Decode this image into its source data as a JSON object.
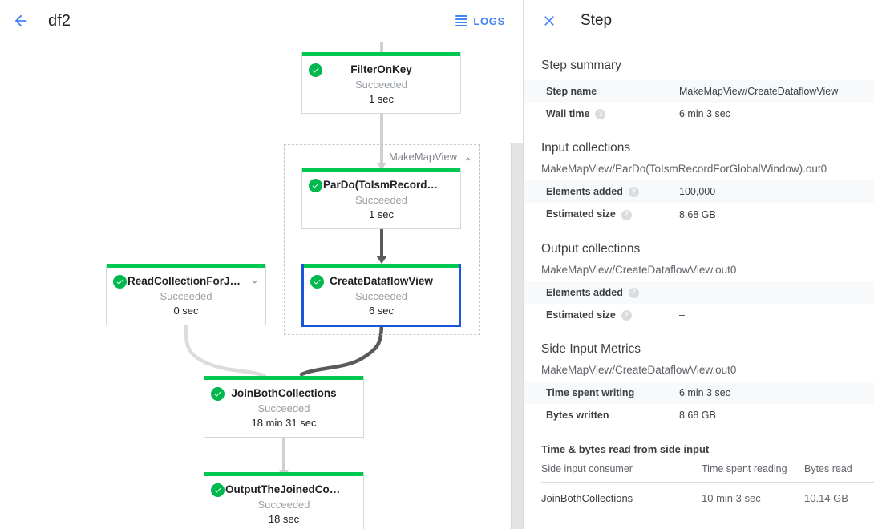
{
  "left_pane": {
    "topbar": {
      "back_icon": "arrow-left-icon",
      "job_title": "df2",
      "logs_label": "LOGS",
      "logs_icon": "list-icon"
    },
    "graph": {
      "group": {
        "label": "MakeMapView",
        "chevron": "chevron-up-icon"
      },
      "nodes": [
        {
          "id": "filter-on-key",
          "title": "FilterOnKey",
          "status": "Succeeded",
          "time": "1 sec",
          "status_icon": "check-circle-icon",
          "selected": false,
          "chevron": null
        },
        {
          "id": "pardo-toismrecord",
          "title": "ParDo(ToIsmRecordFor…",
          "status": "Succeeded",
          "time": "1 sec",
          "status_icon": "check-circle-icon",
          "selected": false,
          "chevron": null
        },
        {
          "id": "create-dataflow-view",
          "title": "CreateDataflowView",
          "status": "Succeeded",
          "time": "6 sec",
          "status_icon": "check-circle-icon",
          "selected": true,
          "chevron": null
        },
        {
          "id": "read-collection-for-join",
          "title": "ReadCollectionForJoin",
          "status": "Succeeded",
          "time": "0 sec",
          "status_icon": "check-circle-icon",
          "selected": false,
          "chevron": "chevron-down-icon"
        },
        {
          "id": "join-both-collections",
          "title": "JoinBothCollections",
          "status": "Succeeded",
          "time": "18 min 31 sec",
          "status_icon": "check-circle-icon",
          "selected": false,
          "chevron": null
        },
        {
          "id": "output-the-joined-collection",
          "title": "OutputTheJoinedCollec…",
          "status": "Succeeded",
          "time": "18 sec",
          "status_icon": "check-circle-icon",
          "selected": false,
          "chevron": null
        }
      ]
    }
  },
  "right_pane": {
    "close_icon": "close-icon",
    "title": "Step",
    "step_summary": {
      "heading": "Step summary",
      "rows": [
        {
          "key": "Step name",
          "help": false,
          "value": "MakeMapView/CreateDataflowView"
        },
        {
          "key": "Wall time",
          "help": true,
          "value": "6 min 3 sec"
        }
      ]
    },
    "input_collections": {
      "heading": "Input collections",
      "collection": "MakeMapView/ParDo(ToIsmRecordForGlobalWindow).out0",
      "rows": [
        {
          "key": "Elements added",
          "help": true,
          "value": "100,000"
        },
        {
          "key": "Estimated size",
          "help": true,
          "value": "8.68 GB"
        }
      ]
    },
    "output_collections": {
      "heading": "Output collections",
      "collection": "MakeMapView/CreateDataflowView.out0",
      "rows": [
        {
          "key": "Elements added",
          "help": true,
          "value": "–"
        },
        {
          "key": "Estimated size",
          "help": true,
          "value": "–"
        }
      ]
    },
    "side_input_metrics": {
      "heading": "Side Input Metrics",
      "collection": "MakeMapView/CreateDataflowView.out0",
      "rows": [
        {
          "key": "Time spent writing",
          "help": false,
          "value": "6 min 3 sec"
        },
        {
          "key": "Bytes written",
          "help": false,
          "value": "8.68 GB"
        }
      ],
      "table": {
        "heading": "Time & bytes read from side input",
        "columns": [
          "Side input consumer",
          "Time spent reading",
          "Bytes read"
        ],
        "rows": [
          [
            "JoinBothCollections",
            "10 min 3 sec",
            "10.14 GB"
          ]
        ]
      }
    }
  },
  "colors": {
    "accent_blue": "#4285f4",
    "selected_blue": "#1a56db",
    "success_green": "#00c853",
    "edge_light": "#d6d6d6",
    "edge_dark": "#5f6368"
  }
}
